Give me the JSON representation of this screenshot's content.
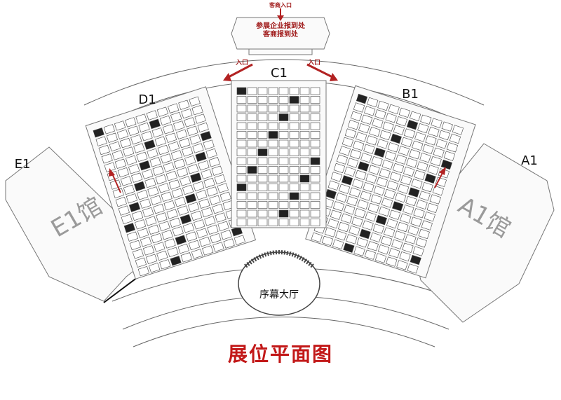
{
  "map": {
    "title": "展位平面图",
    "top_entrance": "客商入口",
    "registration_line1": "参展企业报到处",
    "registration_line2": "客商报到处",
    "entrance_left": "入口",
    "entrance_right": "入口",
    "foyer": "序幕大厅",
    "halls": {
      "A1": "A1",
      "B1": "B1",
      "C1": "C1",
      "D1": "D1",
      "E1": "E1",
      "A1_name": "A1馆",
      "E1_name": "E1馆"
    }
  },
  "colors": {
    "accent_red": "#c21818",
    "arrow_red": "#b22222",
    "line_gray": "#666666"
  }
}
